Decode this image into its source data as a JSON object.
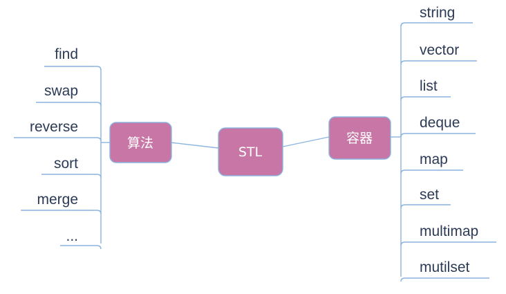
{
  "diagram": {
    "center": {
      "label": "STL"
    },
    "left_branch": {
      "label": "算法",
      "children": [
        "find",
        "swap",
        "reverse",
        "sort",
        "merge",
        "..."
      ]
    },
    "right_branch": {
      "label": "容器",
      "children": [
        "string",
        "vector",
        "list",
        "deque",
        "map",
        "set",
        "multimap",
        "mutilset"
      ]
    },
    "colors": {
      "node_fill": "#c876a6",
      "line": "#8ab4df",
      "leaf_text": "#2b3a55"
    }
  }
}
